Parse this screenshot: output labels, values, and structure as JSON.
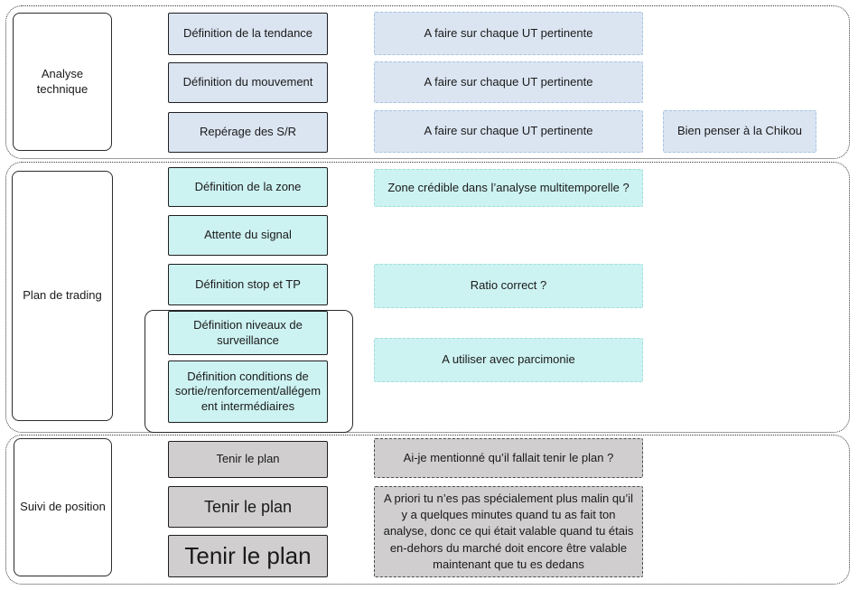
{
  "diagram": {
    "title": "Trading workflow diagram",
    "colors": {
      "step_blue_fill": "#dbe5f1",
      "note_blue_border": "#a6c3e3",
      "step_cyan_fill": "#cdf2f2",
      "note_cyan_border": "#9fdede",
      "step_gray_fill": "#d0cece",
      "note_gray_border": "#4d4d4d",
      "box_border": "#1f1f1f",
      "section_border": "#3a3a3a"
    },
    "sections": [
      {
        "label": "Analyse technique",
        "steps": [
          "Définition de la tendance",
          "Définition du mouvement",
          "Repérage des S/R"
        ],
        "annotations": [
          "A faire sur chaque UT pertinente",
          "A faire sur chaque UT pertinente",
          "A faire sur chaque UT pertinente"
        ],
        "side_note": "Bien penser à la Chikou"
      },
      {
        "label": "Plan de trading",
        "steps": [
          "Définition de la zone",
          "Attente du signal",
          "Définition stop et TP",
          "Définition niveaux de surveillance",
          "Définition conditions de sortie/renforcement/allégement intermédiaires"
        ],
        "annotations": [
          "Zone crédible dans l’analyse multitemporelle ?",
          "Ratio correct ?",
          "A utiliser avec parcimonie"
        ]
      },
      {
        "label": "Suivi de position",
        "steps": [
          "Tenir le plan",
          "Tenir le plan",
          "Tenir le plan"
        ],
        "annotations": [
          "Ai-je mentionné qu’il fallait tenir le plan ?",
          "A priori tu n’es pas spécialement plus malin qu’il y a quelques minutes quand tu as fait ton analyse, donc ce qui était valable quand tu étais en-dehors du marché doit encore être valable maintenant que tu es dedans"
        ]
      }
    ]
  }
}
